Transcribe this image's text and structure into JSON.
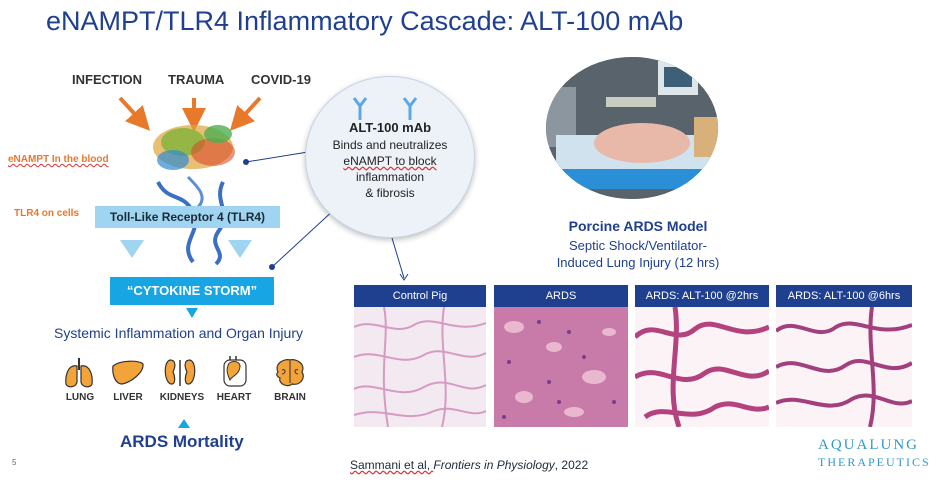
{
  "slide": {
    "title": "eNAMPT/TLR4 Inflammatory Cascade: ALT-100 mAb",
    "page_number": "5"
  },
  "triggers": [
    "INFECTION",
    "TRAUMA",
    "COVID-19"
  ],
  "labels": {
    "enampt": "eNAMPT In the blood",
    "tlr4": "TLR4 on cells",
    "tlr4_bar": "Toll-Like Receptor 4 (TLR4)",
    "storm": "“CYTOKINE STORM”",
    "systemic": "Systemic Inflammation and Organ Injury",
    "mortality": "ARDS Mortality"
  },
  "organs": [
    {
      "name": "LUNG",
      "icon": "lung-icon"
    },
    {
      "name": "LIVER",
      "icon": "liver-icon"
    },
    {
      "name": "KIDNEYS",
      "icon": "kidney-icon"
    },
    {
      "name": "HEART",
      "icon": "heart-icon"
    },
    {
      "name": "BRAIN",
      "icon": "brain-icon"
    }
  ],
  "antibody": {
    "name": "ALT-100 mAb",
    "desc_lines": [
      "Binds and neutralizes",
      "eNAMPT to block",
      "inflammation",
      "& fibrosis"
    ]
  },
  "model": {
    "title": "Porcine ARDS Model",
    "subtitle_lines": [
      "Septic Shock/Ventilator-",
      "Induced Lung Injury (12 hrs)"
    ]
  },
  "panels": [
    "Control Pig",
    "ARDS",
    "ARDS: ALT-100 @2hrs",
    "ARDS: ALT-100 @6hrs"
  ],
  "citation": {
    "authors": "Sammani et al, ",
    "journal": "Frontiers in Physiology",
    "year": ", 2022"
  },
  "logo": {
    "line1": "AQUALUNG",
    "line2": "THERAPEUTICS"
  },
  "colors": {
    "primary": "#1f3f8f",
    "accent_orange": "#e8782a",
    "storm_blue": "#18a5e3",
    "bar_blue": "#9fd5f0"
  }
}
